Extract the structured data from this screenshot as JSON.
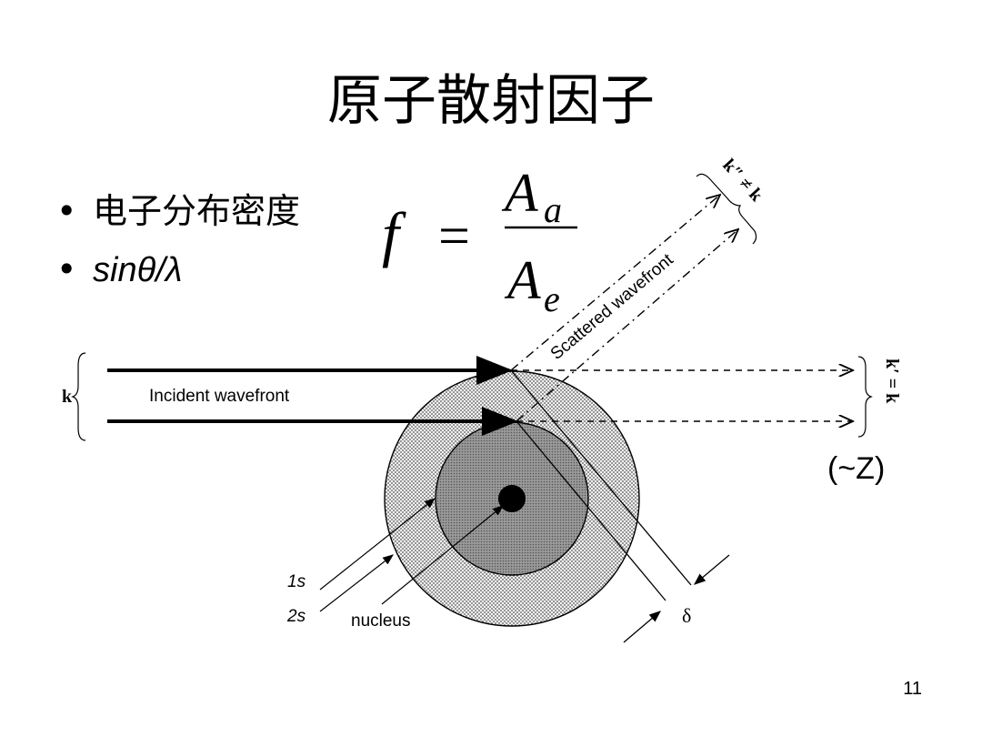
{
  "slide": {
    "title": "原子散射因子",
    "bullets": [
      {
        "text": "电子分布密度"
      },
      {
        "text": "sinθ/λ"
      }
    ],
    "page_number": "11",
    "z_note": "(~Z)"
  },
  "formula": {
    "lhs": "f",
    "equals": "=",
    "num_symbol": "A",
    "num_subscript": "a",
    "den_symbol": "A",
    "den_subscript": "e"
  },
  "diagram": {
    "k_label": "k",
    "incident_label": "Incident wavefront",
    "scattered_label": "Scattered wavefront",
    "k_prime_label": "k′ = k",
    "k_double_prime_label": "k″ ≠ k",
    "label_1s": "1s",
    "label_2s": "2s",
    "nucleus_label": "nucleus",
    "delta_label": "δ"
  }
}
